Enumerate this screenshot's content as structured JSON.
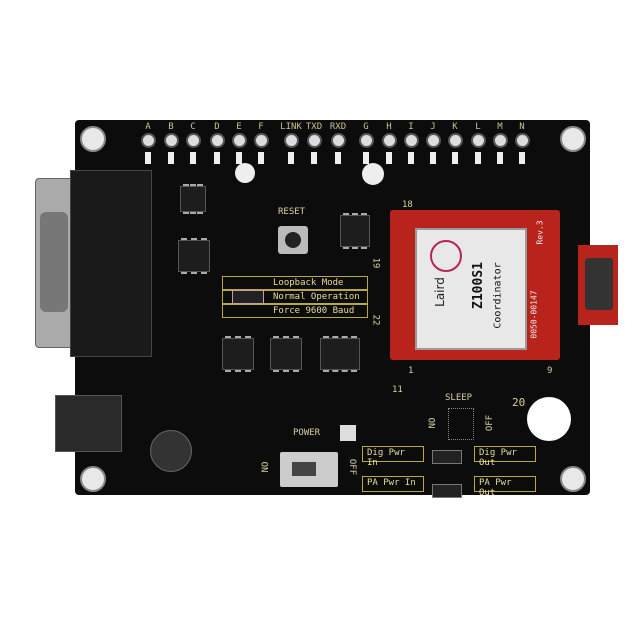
{
  "header_pins": [
    "A",
    "B",
    "C",
    "D",
    "E",
    "F",
    "LINK",
    "TXD",
    "RXD",
    "G",
    "H",
    "I",
    "J",
    "K",
    "L",
    "M",
    "N"
  ],
  "reset_label": "RESET",
  "mode_table": [
    "Loopback Mode",
    "Normal Operation",
    "Force 9600 Baud"
  ],
  "pin_numbers": {
    "n19": "19",
    "n22": "22",
    "n18": "18",
    "n1": "1",
    "n9": "9",
    "n11": "11",
    "n20": "20"
  },
  "power_label": "POWER",
  "switch": {
    "on": "ON",
    "off": "OFF"
  },
  "sleep": {
    "label": "SLEEP",
    "on": "ON",
    "off": "OFF"
  },
  "power_table": {
    "dig_in": "Dig Pwr In",
    "dig_out": "Dig Pwr Out",
    "pa_in": "PA Pwr In",
    "pa_out": "PA Pwr Out"
  },
  "module": {
    "brand": "Laird",
    "model": "Z100S1",
    "role": "Coordinator",
    "rev": "Rev.3",
    "part": "0050-00147"
  },
  "colors": {
    "board": "#0c0c0c",
    "module": "#b8231c",
    "silk": "#d8d0a0"
  }
}
